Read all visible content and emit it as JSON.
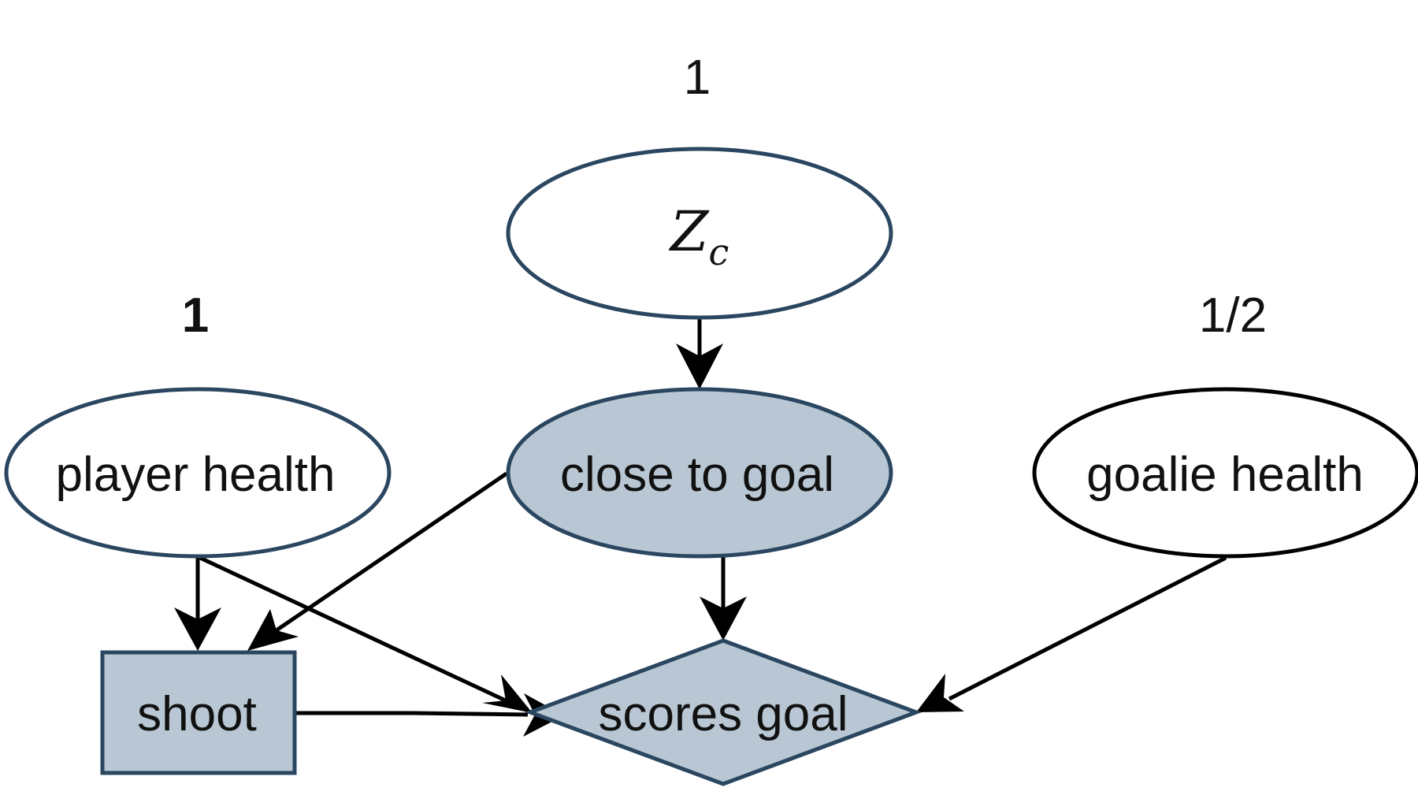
{
  "diagram": {
    "top_weight": "1",
    "left_weight": "1",
    "right_weight": "1/2",
    "nodes": {
      "zc": {
        "symbol": "Z",
        "subscript": "c",
        "fill": "#ffffff",
        "stroke": "#2a4660"
      },
      "player_health": {
        "label": "player health",
        "fill": "#ffffff",
        "stroke": "#2a4660"
      },
      "close_to_goal": {
        "label": "close to goal",
        "fill": "#b8c7d3",
        "stroke": "#2a4660"
      },
      "goalie_health": {
        "label": "goalie health",
        "fill": "#ffffff",
        "stroke": "#000000"
      },
      "shoot": {
        "label": "shoot",
        "fill": "#b8c7d3",
        "stroke": "#2a4660"
      },
      "scores_goal": {
        "label": "scores goal",
        "fill": "#b8c7d3",
        "stroke": "#2a4660"
      }
    },
    "edges": [
      {
        "from": "zc",
        "to": "close_to_goal"
      },
      {
        "from": "player_health",
        "to": "shoot"
      },
      {
        "from": "player_health",
        "to": "scores_goal"
      },
      {
        "from": "close_to_goal",
        "to": "shoot"
      },
      {
        "from": "close_to_goal",
        "to": "scores_goal"
      },
      {
        "from": "goalie_health",
        "to": "scores_goal"
      },
      {
        "from": "shoot",
        "to": "scores_goal"
      }
    ]
  }
}
